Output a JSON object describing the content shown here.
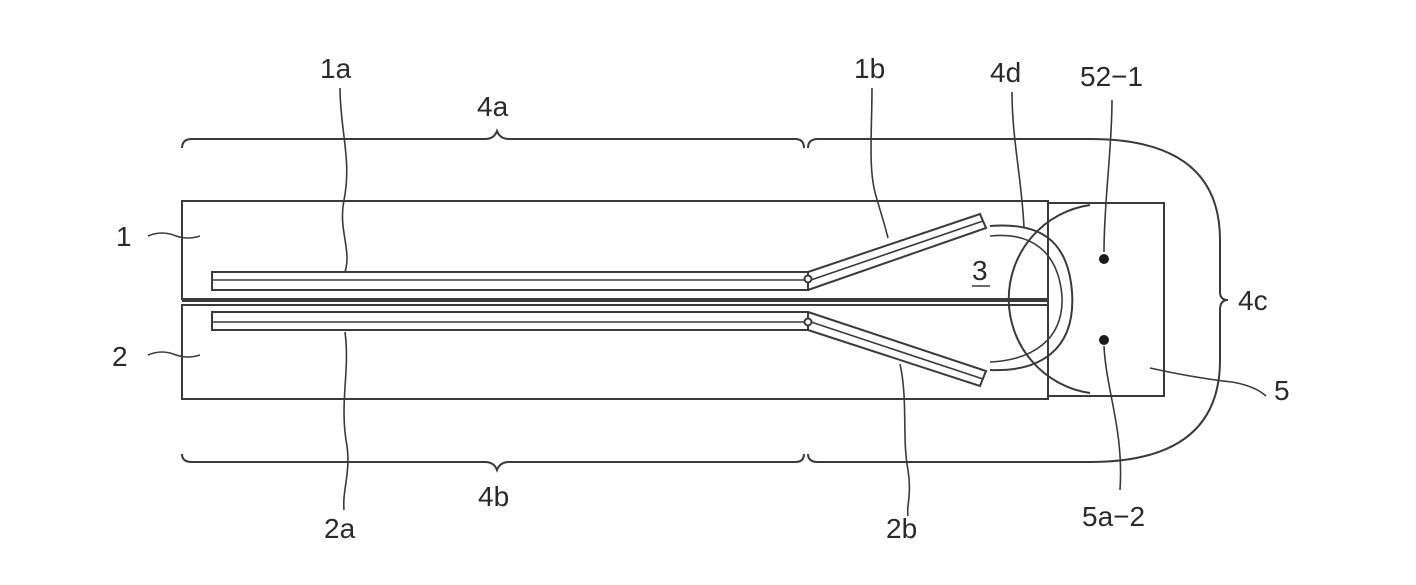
{
  "labels": {
    "label_1": "1",
    "label_2": "2",
    "label_1a": "1a",
    "label_1b": "1b",
    "label_2a": "2a",
    "label_2b": "2b",
    "label_3": "3",
    "label_4a": "4a",
    "label_4b": "4b",
    "label_4c": "4c",
    "label_4d": "4d",
    "label_5": "5",
    "label_52_1": "52−1",
    "label_5a_2": "5a−2"
  }
}
